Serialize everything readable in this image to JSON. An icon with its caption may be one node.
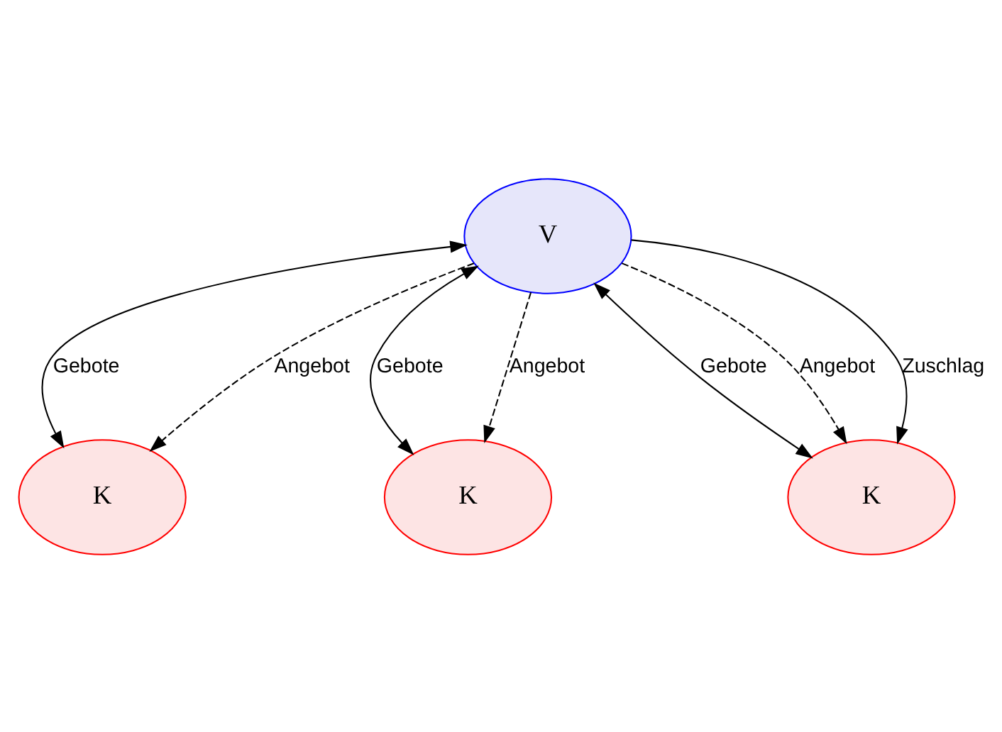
{
  "diagram": {
    "nodes": [
      {
        "text": [
          "V"
        ]
      },
      {
        "text": [
          "K"
        ]
      },
      {
        "text": [
          "K"
        ]
      },
      {
        "text": [
          "K"
        ]
      }
    ],
    "edges": [
      {
        "from": 0,
        "to": 1,
        "arrow": "both",
        "label": "Gebote"
      },
      {
        "from": 0,
        "to": 1,
        "arrow": "to",
        "label": "Angebot",
        "style": "dashed"
      },
      {
        "from": 0,
        "to": 2,
        "arrow": "both",
        "label": "Gebote"
      },
      {
        "from": 0,
        "to": 2,
        "arrow": "to",
        "label": "Angebot",
        "style": "dashed"
      },
      {
        "from": 0,
        "to": 3,
        "arrow": "both",
        "label": "Gebote"
      },
      {
        "from": 0,
        "to": 3,
        "arrow": "to",
        "label": "Angebot",
        "style": "dashed"
      },
      {
        "from": 0,
        "to": 3,
        "arrow": "to",
        "label": "Zuschlag"
      }
    ]
  }
}
